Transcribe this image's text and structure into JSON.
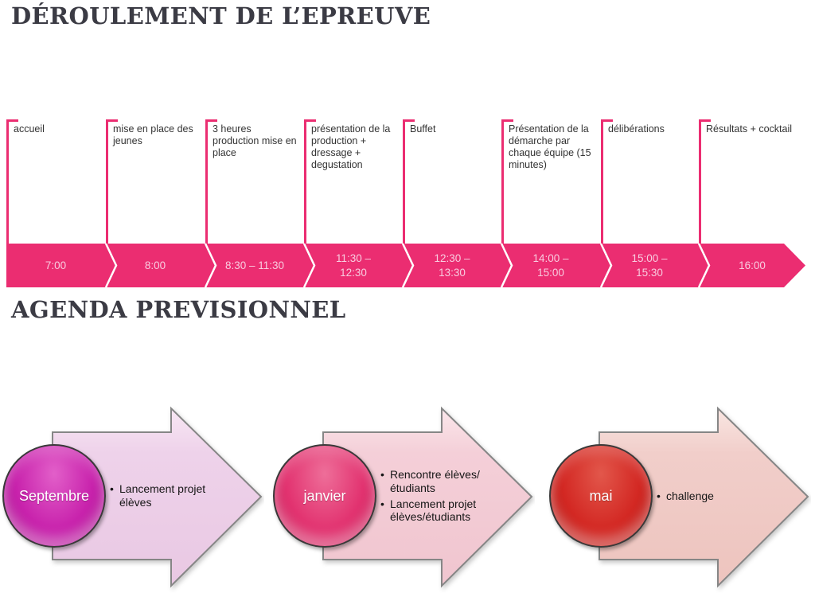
{
  "slide": {
    "title": "DÉROULEMENT DE L’EPREUVE",
    "agenda_title": "AGENDA PREVISIONNEL"
  },
  "colors": {
    "band_pink": "#EB2D71",
    "separator_white": "#FFFFFF",
    "title_text": "#3B3B44",
    "label_text": "#333333",
    "time_text": "#F8CCDF",
    "arrow_border": "#868686",
    "circle_border": "#3A3A3A",
    "bullet_text": "#161616",
    "m1_circle": "#C822AC",
    "m1_circle_light": "#E25FC9",
    "m1_circle_dark": "#A5138C",
    "m1_arrow": "#EED2EA",
    "m1_arrow_light": "#F8E7F4",
    "m1_arrow_dark": "#E9C8E3",
    "m2_circle": "#E23370",
    "m2_circle_light": "#EE6E99",
    "m2_circle_dark": "#C21C55",
    "m2_arrow": "#F4CFD8",
    "m2_arrow_light": "#FBE7EB",
    "m2_arrow_dark": "#F0C5CF",
    "m3_circle": "#D32823",
    "m3_circle_light": "#E2574B",
    "m3_circle_dark": "#AD1612",
    "m3_arrow": "#F1CECA",
    "m3_arrow_light": "#F9E6E2",
    "m3_arrow_dark": "#EDC4BE"
  },
  "timeline": {
    "events": [
      {
        "label": "accueil",
        "time": "7:00"
      },
      {
        "label": "mise en place des jeunes",
        "time": "8:00"
      },
      {
        "label": "3 heures production mise en place",
        "time": "8:30 – 11:30"
      },
      {
        "label": "présentation de la production + dressage + degustation",
        "time": "11:30 –\n12:30"
      },
      {
        "label": "Buffet",
        "time": "12:30 –\n13:30"
      },
      {
        "label": "Présentation de la démarche par chaque équipe (15 minutes)",
        "time": "14:00 –\n15:00"
      },
      {
        "label": "délibérations",
        "time": "15:00 –\n15:30"
      },
      {
        "label": "Résultats + cocktail",
        "time": "16:00"
      }
    ]
  },
  "agenda": {
    "milestones": [
      {
        "month": "Septembre",
        "items": [
          "Lancement projet élèves"
        ]
      },
      {
        "month": "janvier",
        "items": [
          "Rencontre élèves/étudiants",
          "Lancement projet élèves/étudiants"
        ]
      },
      {
        "month": "mai",
        "items": [
          "challenge"
        ]
      }
    ]
  }
}
